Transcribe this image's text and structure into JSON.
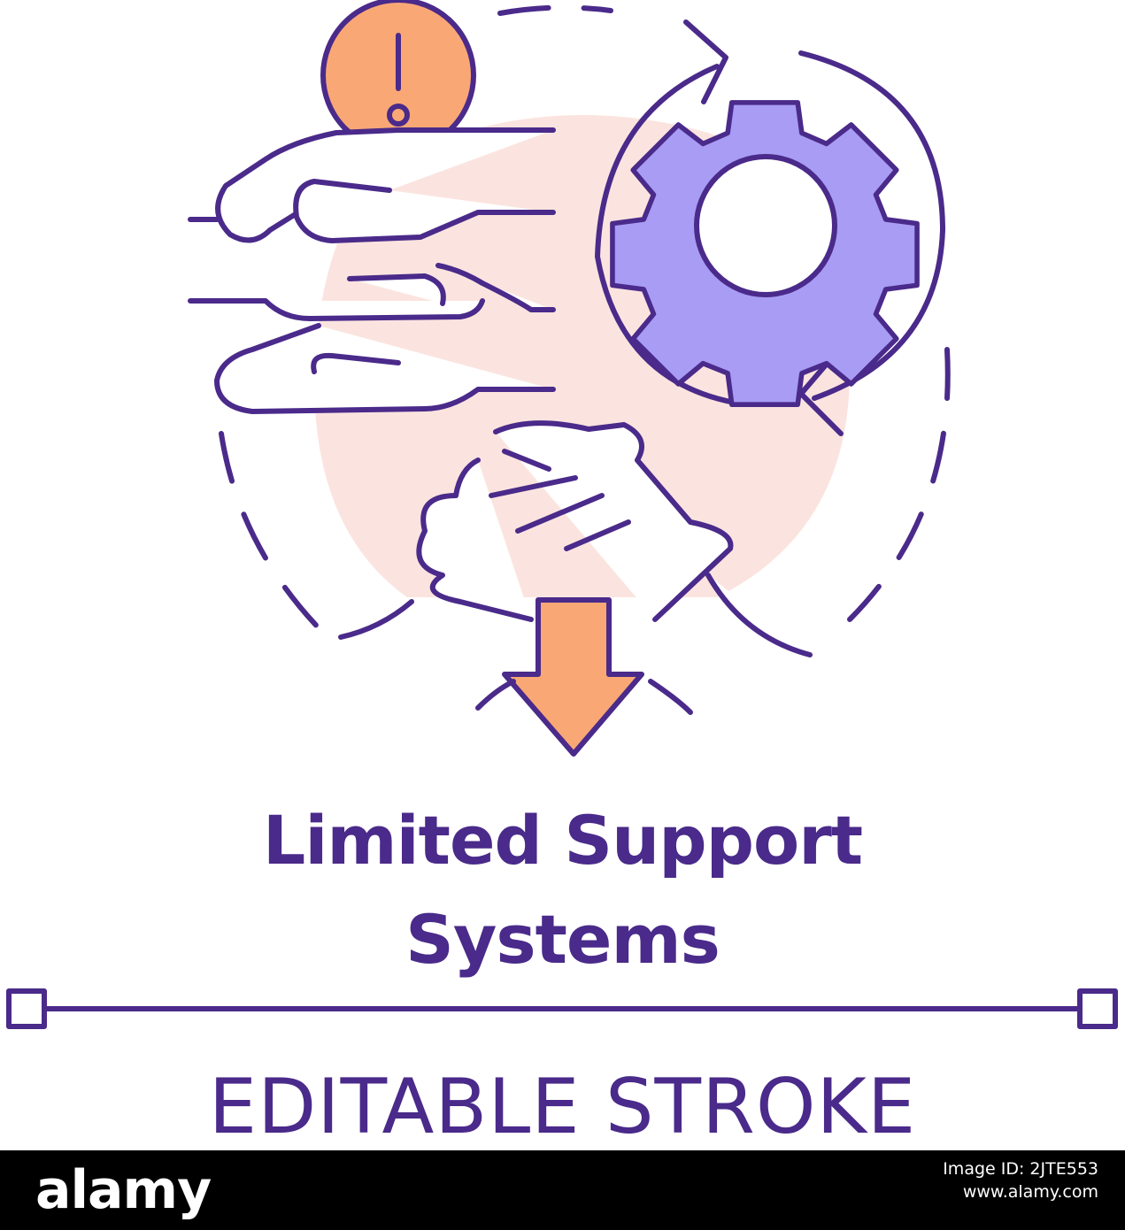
{
  "icon": {
    "title_line1": "Limited Support",
    "title_line2": "Systems",
    "subtitle": "EDITABLE STROKE"
  },
  "colors": {
    "stroke": "#4a2a8a",
    "accent_orange": "#f9a875",
    "gear_fill": "#a89cf5",
    "background_blob": "#fbe4df"
  },
  "icons": [
    "warning-icon",
    "hands-icon",
    "gear-icon",
    "cycle-arrows-icon",
    "handshake-icon",
    "down-arrow-icon"
  ],
  "footer": {
    "brand": "alamy",
    "image_id_label": "Image ID: 2JTE553",
    "site": "www.alamy.com"
  }
}
